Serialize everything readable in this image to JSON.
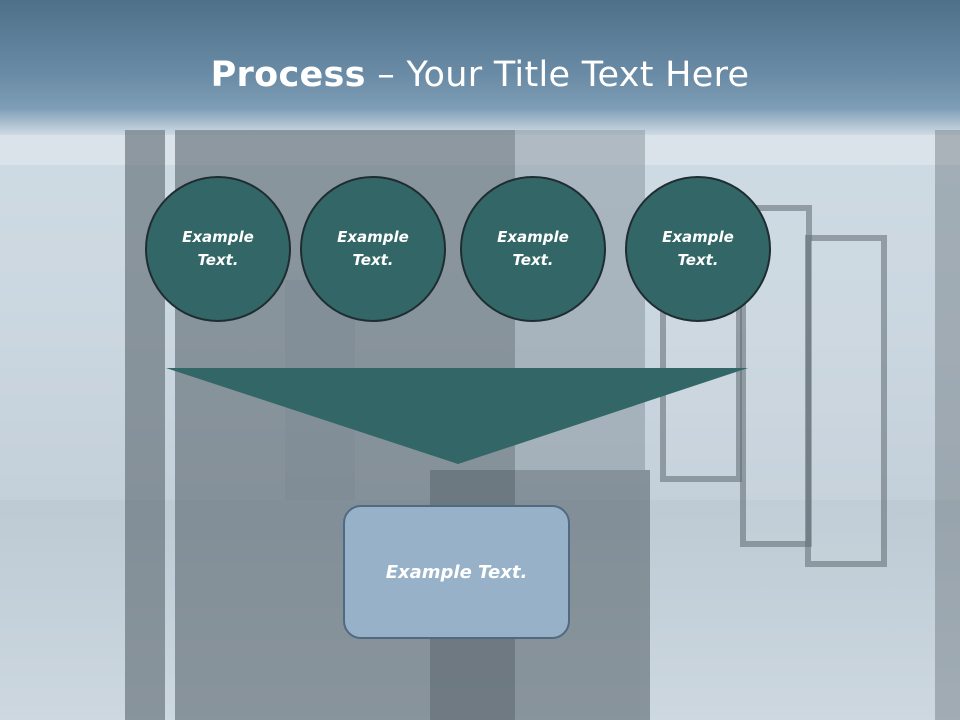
{
  "slide": {
    "title_bold": "Process",
    "title_rest": " – Your Title Text Here",
    "circles": [
      {
        "text": "Example Text."
      },
      {
        "text": "Example Text."
      },
      {
        "text": "Example Text."
      },
      {
        "text": "Example Text."
      }
    ],
    "result_text": "Example Text."
  },
  "colors": {
    "header": "#5f819c",
    "circle_fill": "#336666",
    "funnel_fill": "#336666",
    "result_fill": "#97b2c8",
    "result_border": "#506a82",
    "text": "#ffffff"
  }
}
